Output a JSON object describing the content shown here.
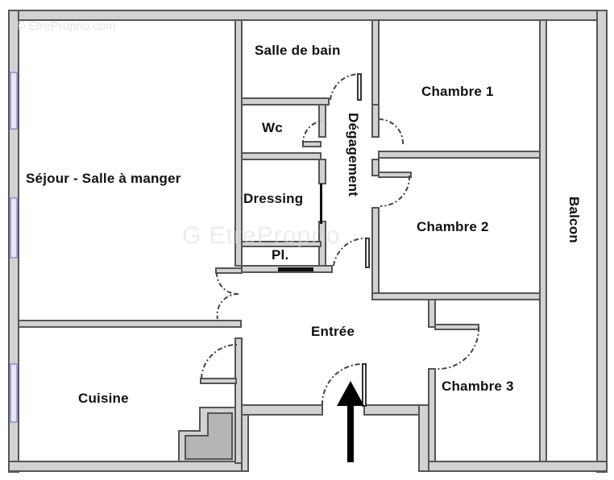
{
  "watermark": "© EtreProprio.com",
  "center_watermark": "G  EtreProprio",
  "rooms": {
    "sejour": "Séjour - Salle à manger",
    "salle_de_bain": "Salle de bain",
    "wc": "Wc",
    "degagement": "Dégagement",
    "dressing": "Dressing",
    "placard": "Pl.",
    "chambre1": "Chambre 1",
    "chambre2": "Chambre 2",
    "chambre3": "Chambre 3",
    "balcon": "Balcon",
    "entree": "Entrée",
    "cuisine": "Cuisine"
  },
  "entrance_arrow": "up-arrow",
  "colors": {
    "wall_fill": "#d2d2d2",
    "wall_stroke": "#555555",
    "window": "#e6e8f8",
    "text": "#111111"
  }
}
